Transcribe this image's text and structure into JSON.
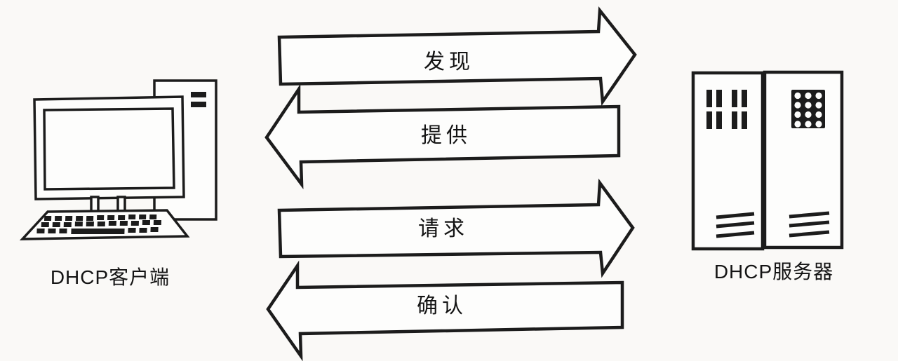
{
  "diagram": {
    "title": "DHCP message exchange between client and server",
    "colors": {
      "background": "#faf9f7",
      "line": "#1c1c1c",
      "text": "#141414",
      "shape_fill": "#fdfdfc"
    },
    "client": {
      "label": "DHCP客户端",
      "icon": "desktop-computer-icon"
    },
    "server": {
      "label": "DHCP服务器",
      "icon": "server-rack-icon"
    },
    "messages": [
      {
        "label": "发现",
        "direction": "right",
        "from": "client",
        "to": "server"
      },
      {
        "label": "提供",
        "direction": "left",
        "from": "server",
        "to": "client"
      },
      {
        "label": "请求",
        "direction": "right",
        "from": "client",
        "to": "server"
      },
      {
        "label": "确认",
        "direction": "left",
        "from": "server",
        "to": "client"
      }
    ]
  }
}
